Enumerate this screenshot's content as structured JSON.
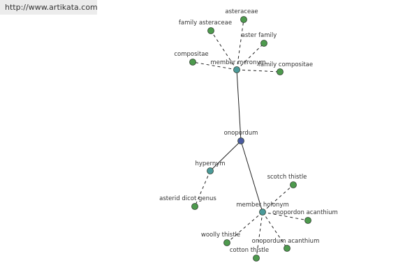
{
  "header": {
    "url_text": "http://www.artikata.com"
  },
  "colors": {
    "root": "#4a5aa0",
    "relation": "#4a9a9a",
    "leaf": "#4d9a4d",
    "node_outline": "#2f3f2f",
    "edge": "#222222"
  },
  "graph": {
    "root": {
      "label": "onopordum"
    },
    "relations": [
      {
        "label": "member meronym"
      },
      {
        "label": "hypernym"
      },
      {
        "label": "member holonym"
      }
    ],
    "leaves": [
      {
        "label": "asteraceae"
      },
      {
        "label": "family asteraceae"
      },
      {
        "label": "aster family"
      },
      {
        "label": "compositae"
      },
      {
        "label": "family compositae"
      },
      {
        "label": "asterid dicot genus"
      },
      {
        "label": "scotch thistle"
      },
      {
        "label": "onopordon acanthium"
      },
      {
        "label": "woolly thistle"
      },
      {
        "label": "onopordum acanthium"
      },
      {
        "label": "cotton thistle"
      }
    ]
  }
}
